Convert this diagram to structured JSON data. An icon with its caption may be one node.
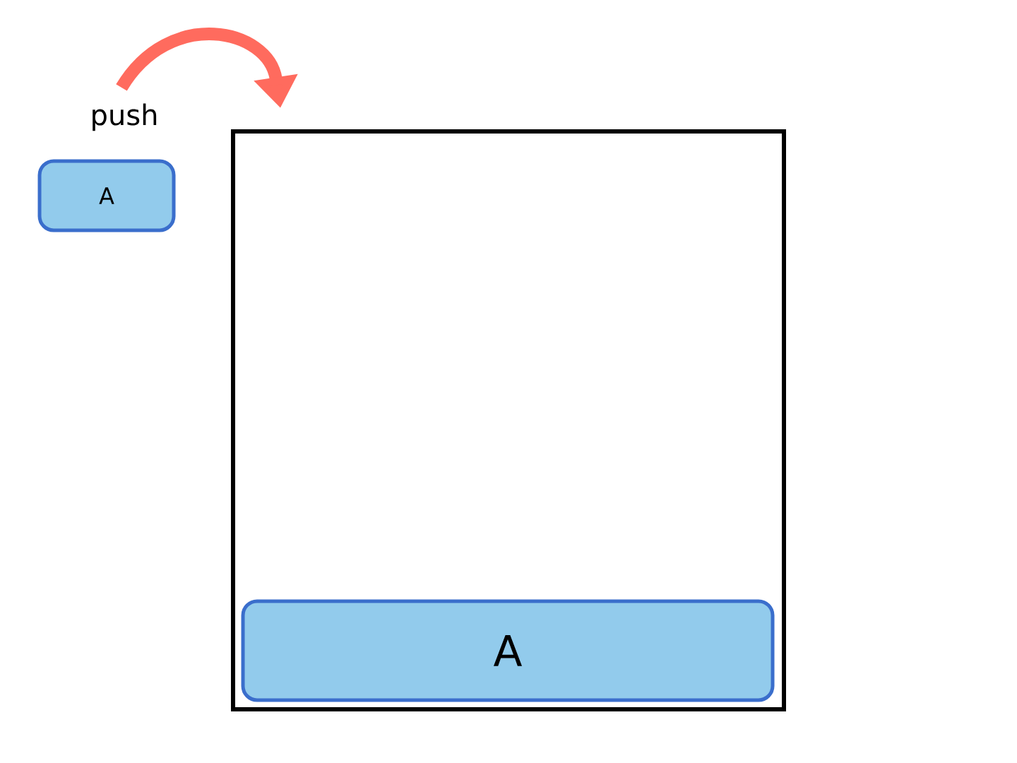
{
  "diagram": {
    "nodes": [
      {
        "text": [
          "A"
        ]
      },
      {
        "text": [],
        "shape": "box"
      },
      {
        "text": [
          "A"
        ],
        "in": 1
      }
    ],
    "edges": [
      {
        "from": null,
        "to": 1,
        "arrow": "to",
        "label": "push"
      }
    ]
  }
}
